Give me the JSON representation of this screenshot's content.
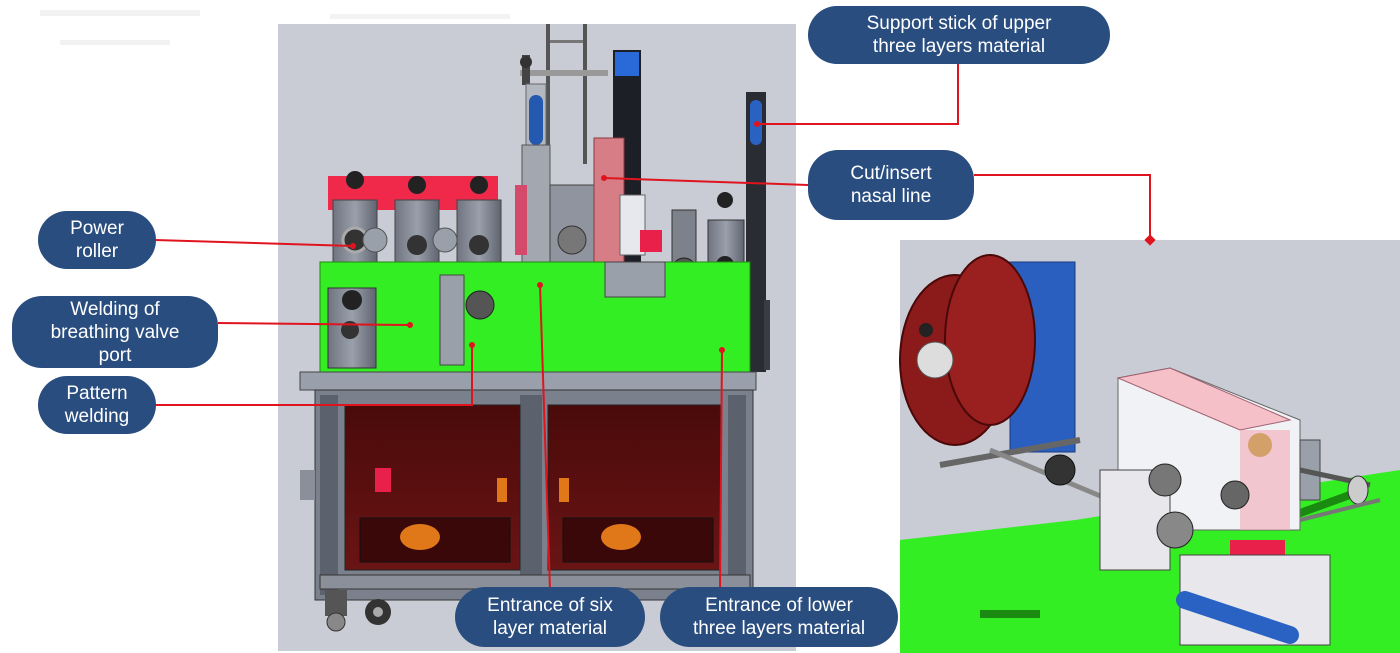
{
  "colors": {
    "callout_fill": "#2a4d7f",
    "callout_text": "#ffffff",
    "leader_line": "#e0141e",
    "machine_bed": "#33ee22",
    "panel_bg": "#c8ccd6",
    "cabinet_door": "#5a0b0b"
  },
  "callouts": [
    {
      "id": "support-stick",
      "text": "Support stick of upper\nthree layers material"
    },
    {
      "id": "cut-insert",
      "text": "Cut/insert\nnasal line"
    },
    {
      "id": "power-roller",
      "text": "Power\nroller"
    },
    {
      "id": "welding-valve",
      "text": "Welding of\nbreathing valve\nport"
    },
    {
      "id": "pattern-welding",
      "text": "Pattern\nwelding"
    },
    {
      "id": "entrance-six",
      "text": "Entrance of six\nlayer material"
    },
    {
      "id": "entrance-lower",
      "text": "Entrance of lower\nthree layers material"
    }
  ]
}
